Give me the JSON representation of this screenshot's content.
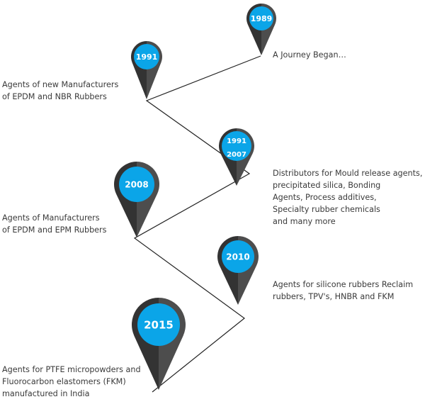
{
  "colors": {
    "pin_dark": "#333333",
    "pin_light": "#4d4d4d",
    "badge": "#0ba5e8",
    "line": "#222222",
    "text": "#3a3a3a"
  },
  "milestones": [
    {
      "year": "1989",
      "text": "A Journey Began…"
    },
    {
      "year": "1991",
      "text": "Agents of new Manufacturers\nof EPDM and NBR Rubbers"
    },
    {
      "year_lines": [
        "1991",
        "2007"
      ],
      "text": "Distributors for Mould release agents,\nprecipitated silica, Bonding\nAgents, Process additives,\nSpecialty rubber chemicals\nand many more"
    },
    {
      "year": "2008",
      "text": "Agents of  Manufacturers\nof EPDM and EPM Rubbers"
    },
    {
      "year": "2010",
      "text": "Agents for silicone rubbers Reclaim\nrubbers, TPV's, HNBR and FKM"
    },
    {
      "year": "2015",
      "text": "Agents for PTFE micropowders and\nFluorocarbon elastomers (FKM)\nmanufactured in India"
    }
  ]
}
